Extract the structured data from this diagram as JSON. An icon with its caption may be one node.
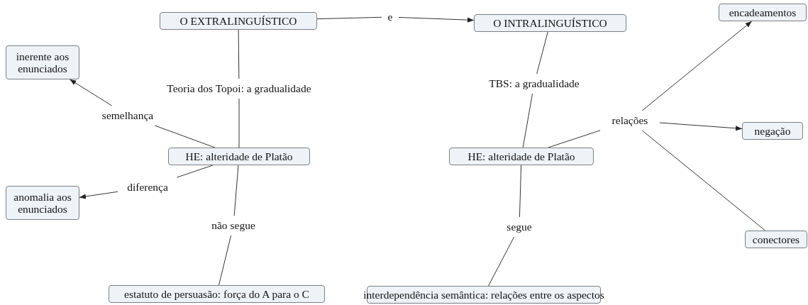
{
  "diagram": {
    "nodes": [
      {
        "text": [
          "O EXTRALINGUÍSTICO"
        ]
      },
      {
        "text": [
          "e"
        ]
      },
      {
        "text": [
          "O INTRALINGUÍSTICO"
        ]
      },
      {
        "text": [
          "encadeamentos"
        ]
      },
      {
        "text": [
          "inerente aos enunciados"
        ]
      },
      {
        "text": [
          "Teoria dos Topoi: a gradualidade"
        ]
      },
      {
        "text": [
          "TBS: a gradualidade"
        ]
      },
      {
        "text": [
          "semelhança"
        ]
      },
      {
        "text": [
          "relações"
        ]
      },
      {
        "text": [
          "negação"
        ]
      },
      {
        "text": [
          "HE: alteridade de Platão"
        ]
      },
      {
        "text": [
          "HE: alteridade de Platão"
        ]
      },
      {
        "text": [
          "diferença"
        ]
      },
      {
        "text": [
          "anomalia aos enunciados"
        ]
      },
      {
        "text": [
          "conectores"
        ]
      },
      {
        "text": [
          "não segue"
        ]
      },
      {
        "text": [
          "segue"
        ]
      },
      {
        "text": [
          "estatuto de persuasão: força do A para o C"
        ]
      },
      {
        "text": [
          "interdependência semântica: relações entre os aspectos"
        ]
      }
    ],
    "edges": [
      {
        "from": 0,
        "to": 1,
        "arrow": "none"
      },
      {
        "from": 1,
        "to": 2,
        "arrow": "to"
      },
      {
        "from": 0,
        "to": 5,
        "arrow": "none"
      },
      {
        "from": 5,
        "to": 10,
        "arrow": "none"
      },
      {
        "from": 10,
        "to": 7,
        "arrow": "none"
      },
      {
        "from": 7,
        "to": 4,
        "arrow": "to"
      },
      {
        "from": 10,
        "to": 12,
        "arrow": "none"
      },
      {
        "from": 12,
        "to": 13,
        "arrow": "to"
      },
      {
        "from": 10,
        "to": 15,
        "arrow": "none"
      },
      {
        "from": 15,
        "to": 17,
        "arrow": "none"
      },
      {
        "from": 2,
        "to": 6,
        "arrow": "none"
      },
      {
        "from": 6,
        "to": 11,
        "arrow": "none"
      },
      {
        "from": 11,
        "to": 8,
        "arrow": "none"
      },
      {
        "from": 8,
        "to": 3,
        "arrow": "to"
      },
      {
        "from": 8,
        "to": 9,
        "arrow": "to"
      },
      {
        "from": 8,
        "to": 14,
        "arrow": "none"
      },
      {
        "from": 11,
        "to": 16,
        "arrow": "none"
      },
      {
        "from": 16,
        "to": 18,
        "arrow": "none"
      }
    ]
  }
}
